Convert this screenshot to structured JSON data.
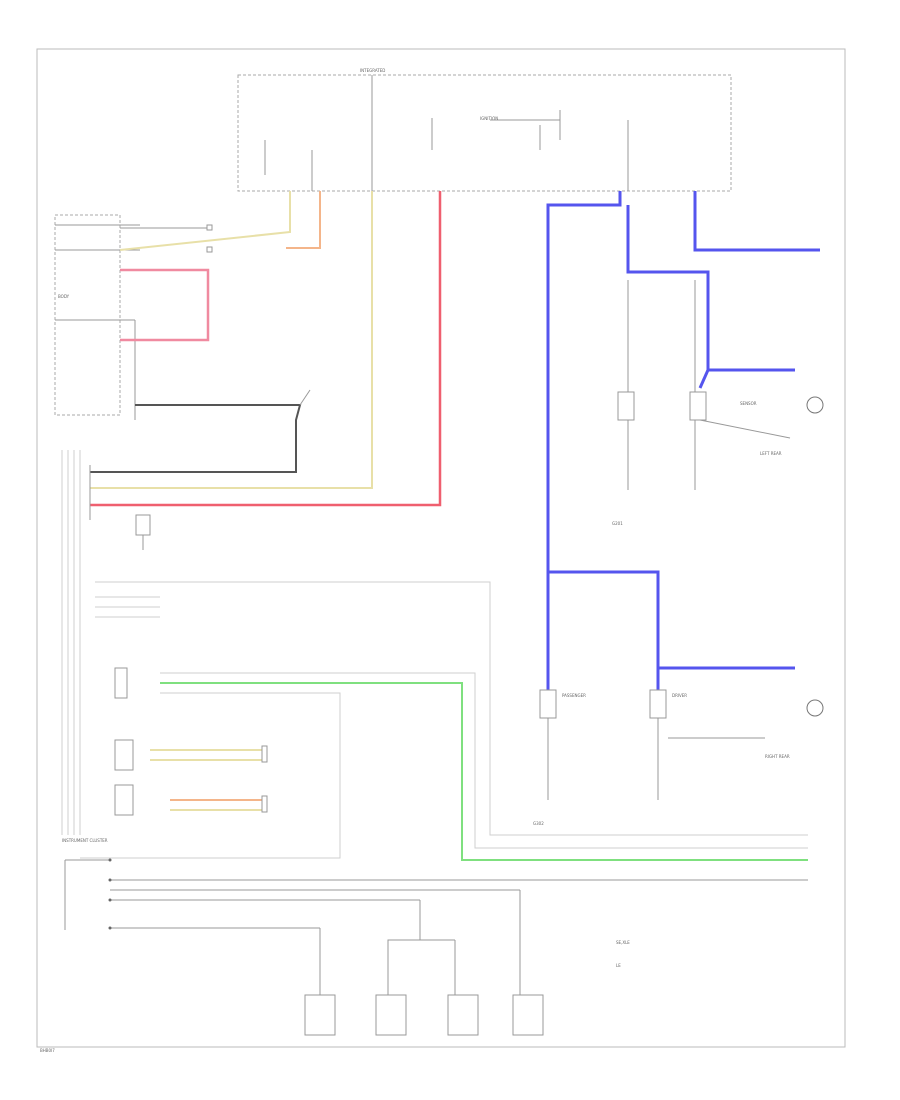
{
  "footer": {
    "code": "BHB0I7"
  },
  "labels": {
    "bcm_header": "INTEGRATED",
    "ign_relay": "IGNITION",
    "sensor_fwd": "SENSOR",
    "body_ctrl": "BODY",
    "sensor_lr": "LEFT REAR",
    "sensor_rr": "RIGHT REAR",
    "passenger": "PASSENGER",
    "driver": "DRIVER",
    "inst_cluster": "INSTRUMENT CLUSTER",
    "ground_a": "G201",
    "ground_b": "G302",
    "legend_a": "SE,XLE",
    "legend_b": "LE"
  }
}
